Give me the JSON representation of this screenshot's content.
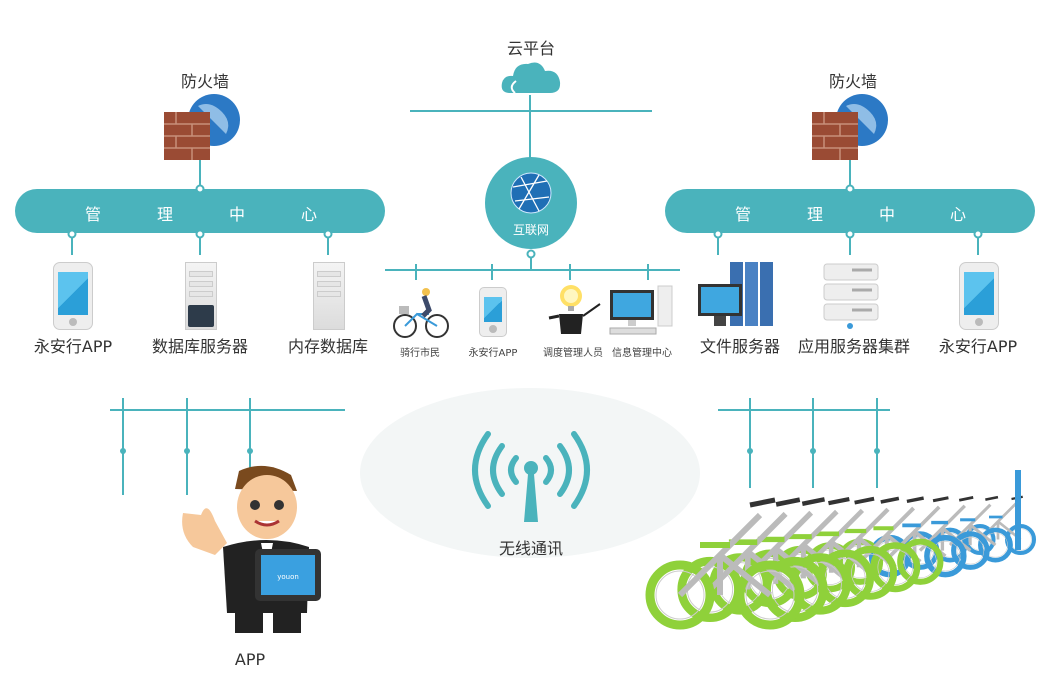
{
  "cloud": {
    "label": "云平台"
  },
  "internet": {
    "label": "互联网"
  },
  "left": {
    "firewall": "防火墙",
    "center_chars": [
      "管",
      "理",
      "中",
      "心"
    ],
    "nodes": [
      "永安行APP",
      "数据库服务器",
      "内存数据库"
    ]
  },
  "right": {
    "firewall": "防火墙",
    "center_chars": [
      "管",
      "理",
      "中",
      "心"
    ],
    "nodes": [
      "文件服务器",
      "应用服务器集群",
      "永安行APP"
    ]
  },
  "middle": {
    "nodes": [
      "骑行市民",
      "永安行APP",
      "调度管理人员",
      "信息管理中心"
    ]
  },
  "wireless": {
    "label": "无线通讯"
  },
  "app": {
    "label": "APP",
    "tablet_text": "youon"
  },
  "colors": {
    "teal": "#4ab3bc",
    "bike_green": "#8fd13a",
    "bike_blue": "#3a9ad9"
  }
}
